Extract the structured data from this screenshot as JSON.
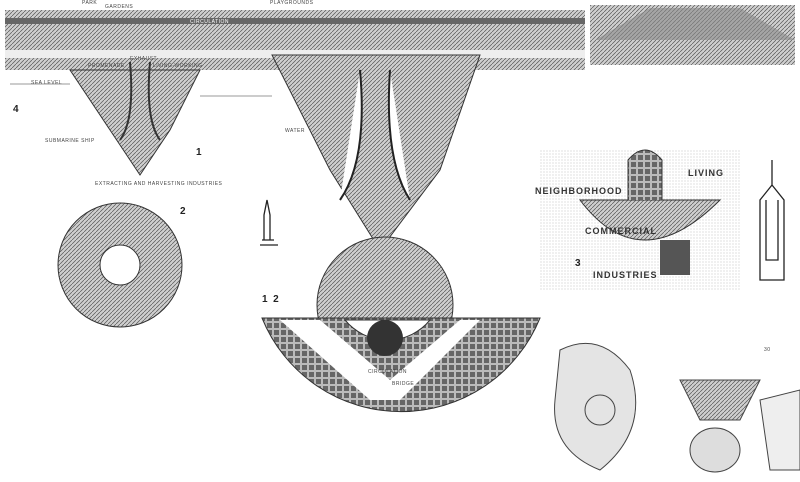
{
  "section_labels": {
    "park": "PARK",
    "gardens": "GARDENS",
    "playgrounds": "PLAYGROUNDS",
    "circulation_top": "CIRCULATION",
    "exhaust": "EXHAUST",
    "promenade": "PROMENADE",
    "living_working": "LIVING-WORKING",
    "sea_level": "SEA LEVEL",
    "submarine_ship": "SUBMARINE SHIP",
    "extracting": "EXTRACTING AND HARVESTING INDUSTRIES",
    "water": "WATER"
  },
  "neighborhood_labels": {
    "neighborhood": "NEIGHBORHOOD",
    "living": "LIVING",
    "commercial": "COMMERCIAL",
    "industries": "INDUSTRIES"
  },
  "plan_labels": {
    "circulation": "CIRCULATION",
    "bridge": "BRIDGE"
  },
  "figure_numbers": {
    "fig4": "4",
    "fig1": "1",
    "fig2": "2",
    "fig3": "3",
    "fig12": "1  2",
    "page": "30"
  },
  "colors": {
    "ink": "#333333",
    "paper": "#ffffff",
    "tone": "#9a9a9a"
  }
}
